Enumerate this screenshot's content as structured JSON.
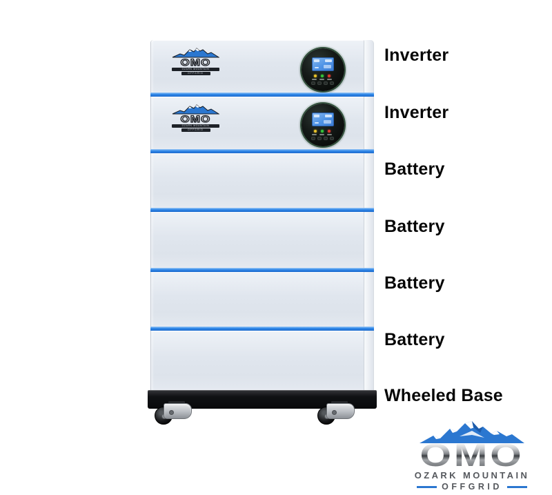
{
  "sections": [
    {
      "id": "inverter-1",
      "label": "Inverter"
    },
    {
      "id": "inverter-2",
      "label": "Inverter"
    },
    {
      "id": "battery-1",
      "label": "Battery"
    },
    {
      "id": "battery-2",
      "label": "Battery"
    },
    {
      "id": "battery-3",
      "label": "Battery"
    },
    {
      "id": "battery-4",
      "label": "Battery"
    },
    {
      "id": "wheeled-base",
      "label": "Wheeled Base"
    }
  ],
  "brand": {
    "name": "OMO",
    "tagline_line1": "OZARK MOUNTAIN",
    "tagline_line2": "OFFGRID"
  },
  "icons": {
    "leds": [
      "yellow-led",
      "green-led",
      "red-led"
    ],
    "display": "round-lcd-control-panel",
    "mountain": "mountain-peaks-logo"
  },
  "colors": {
    "divider_blue": "#2e86e8",
    "panel_face": "#e2e8ef",
    "base_black": "#0c0d0f",
    "logo_blue": "#2b77d0",
    "metal_gray": "#55585d",
    "led_yellow": "#e8c22a",
    "led_green": "#35c43a",
    "led_red": "#e0392e",
    "lcd_blue": "#4f93e6"
  }
}
